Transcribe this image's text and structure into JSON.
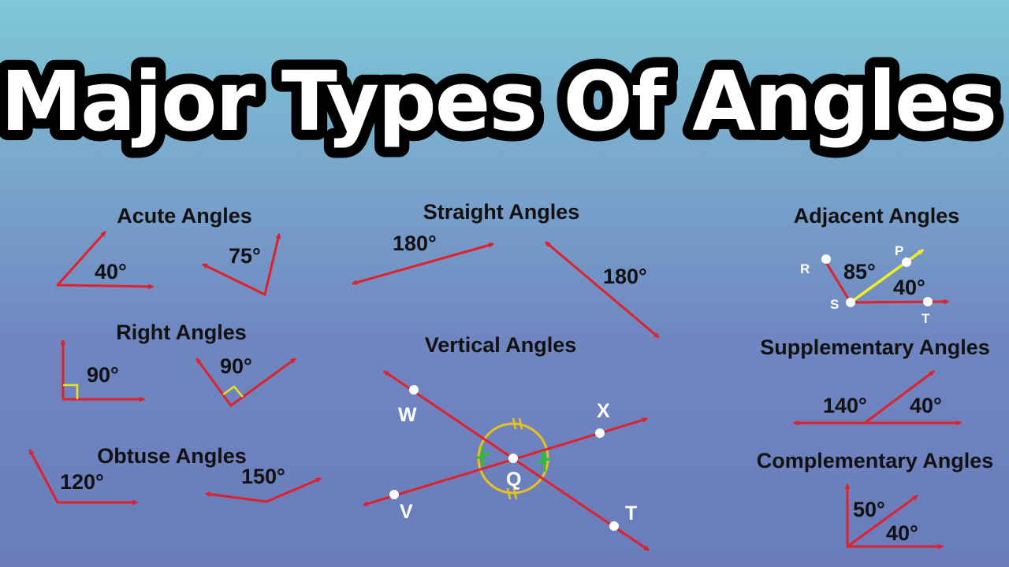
{
  "title": "Major Types Of Angles",
  "sections": {
    "acute": {
      "heading": "Acute Angles",
      "angle1": "40°",
      "angle2": "75°"
    },
    "right": {
      "heading": "Right Angles",
      "angle1": "90°",
      "angle2": "90°"
    },
    "obtuse": {
      "heading": "Obtuse Angles",
      "angle1": "120°",
      "angle2": "150°"
    },
    "straight": {
      "heading": "Straight Angles",
      "angle1": "180°",
      "angle2": "180°"
    },
    "vertical": {
      "heading": "Vertical Angles",
      "points": {
        "w": "W",
        "x": "X",
        "v": "V",
        "t": "T",
        "q": "Q"
      }
    },
    "adjacent": {
      "heading": "Adjacent Angles",
      "angle1": "85°",
      "angle2": "40°",
      "points": {
        "r": "R",
        "p": "P",
        "s": "S",
        "t": "T"
      }
    },
    "supplementary": {
      "heading": "Supplementary Angles",
      "angle1": "140°",
      "angle2": "40°"
    },
    "complementary": {
      "heading": "Complementary Angles",
      "angle1": "50°",
      "angle2": "40°"
    }
  },
  "colors": {
    "ray": "#e0202a",
    "highlight": "#f2f21a",
    "arc": "#e8c21a",
    "congruence": "#1ec81e"
  }
}
